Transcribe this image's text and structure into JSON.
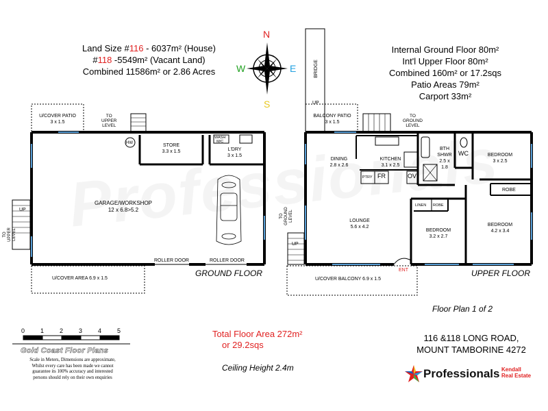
{
  "land": {
    "line1_prefix": "Land Size #",
    "line1_num": "116",
    "line1_suffix": " - 6037m² (House)",
    "line2_prefix": "#",
    "line2_num": "118",
    "line2_suffix": " -5549m² (Vacant Land)",
    "line3": "Combined 11586m² or 2.86 Acres"
  },
  "areas": {
    "line1": "Internal Ground Floor 80m²",
    "line2": "Int'l Upper Floor 80m²",
    "line3": "Combined 160m² or 17.2sqs",
    "line4": "Patio Areas 79m²",
    "line5": "Carport 33m²"
  },
  "compass": {
    "n": "N",
    "s": "S",
    "e": "E",
    "w": "W",
    "n_color": "#e02020",
    "s_color": "#e8d020",
    "e_color": "#20a0e0",
    "w_color": "#20a020"
  },
  "ground": {
    "title": "GROUND FLOOR",
    "patio_name": "U/COVER PATIO",
    "patio_dim": "3 x 1.5",
    "to_upper": "TO\nUPPER\nLEVEL",
    "hw": "HW",
    "store_name": "STORE",
    "store_dim": "3.3 x 1.5",
    "wash": "WASH\nM/C",
    "ldry_name": "L'DRY",
    "ldry_dim": "3 x 1.5",
    "garage_name": "GARAGE/WORKSHOP",
    "garage_dim": "12 x 6.8>5.2",
    "roller1": "ROLLER DOOR",
    "roller2": "ROLLER DOOR",
    "ucover_area": "U/COVER AREA 6.9 x 1.5",
    "up": "UP",
    "to_upper_side": "TO\nUPPER\nLEVEL"
  },
  "upper": {
    "title": "UPPER FLOOR",
    "bridge": "BRIDGE",
    "up": "UP",
    "balcony_name": "BALCONY PATIO",
    "balcony_dim": "3 x 1.5",
    "to_ground": "TO\nGROUND\nLEVEL",
    "dining_name": "DINING",
    "dining_dim": "2.8 x 2.6",
    "kitchen_name": "KITCHEN",
    "kitchen_dim": "3.1 x 2.5",
    "ptry": "PTRY",
    "fr": "FR",
    "ov": "OV",
    "bth_name": "BTH\nSHWR",
    "bth_dim": "2.5 x\n1.8",
    "wc": "WC",
    "bed1_name": "BEDROOM",
    "bed1_dim": "3 x 2.5",
    "robe1": "ROBE",
    "lounge_name": "LOUNGE",
    "lounge_dim": "5.6 x 4.2",
    "linen": "LINEN",
    "robe2": "ROBE",
    "bed2_name": "BEDROOM",
    "bed2_dim": "3.2 x 2.7",
    "bed3_name": "BEDROOM",
    "bed3_dim": "4.2 x 3.4",
    "to_ground_side": "TO\nGROUND\nLEVEL",
    "up_side": "UP",
    "ucover_balcony": "U/COVER BALCONY 6.9 x 1.5",
    "ent": "ENT"
  },
  "scale": {
    "ticks": [
      "0",
      "1",
      "2",
      "3",
      "4",
      "5"
    ]
  },
  "brand": {
    "gcfp": "Gold Coast Floor Plans",
    "disclaimer": "Scale in Meters, Dimensions are approximate,\nWhilst every care has been made we cannot\nguarantee its 100% accuracy and interested\npersons should rely on their own enquiries",
    "professionals": "Professionals",
    "kendall1": "Kendall",
    "kendall2": "Real Estate"
  },
  "total": {
    "line1": "Total Floor Area 272m²",
    "line2": "or 29.2sqs"
  },
  "ceiling": "Ceiling Height 2.4m",
  "plan_no": "Floor Plan 1 of 2",
  "address": {
    "line1": "116 &118 LONG ROAD,",
    "line2": "MOUNT TAMBORINE 4272"
  },
  "watermark": "Professionals"
}
